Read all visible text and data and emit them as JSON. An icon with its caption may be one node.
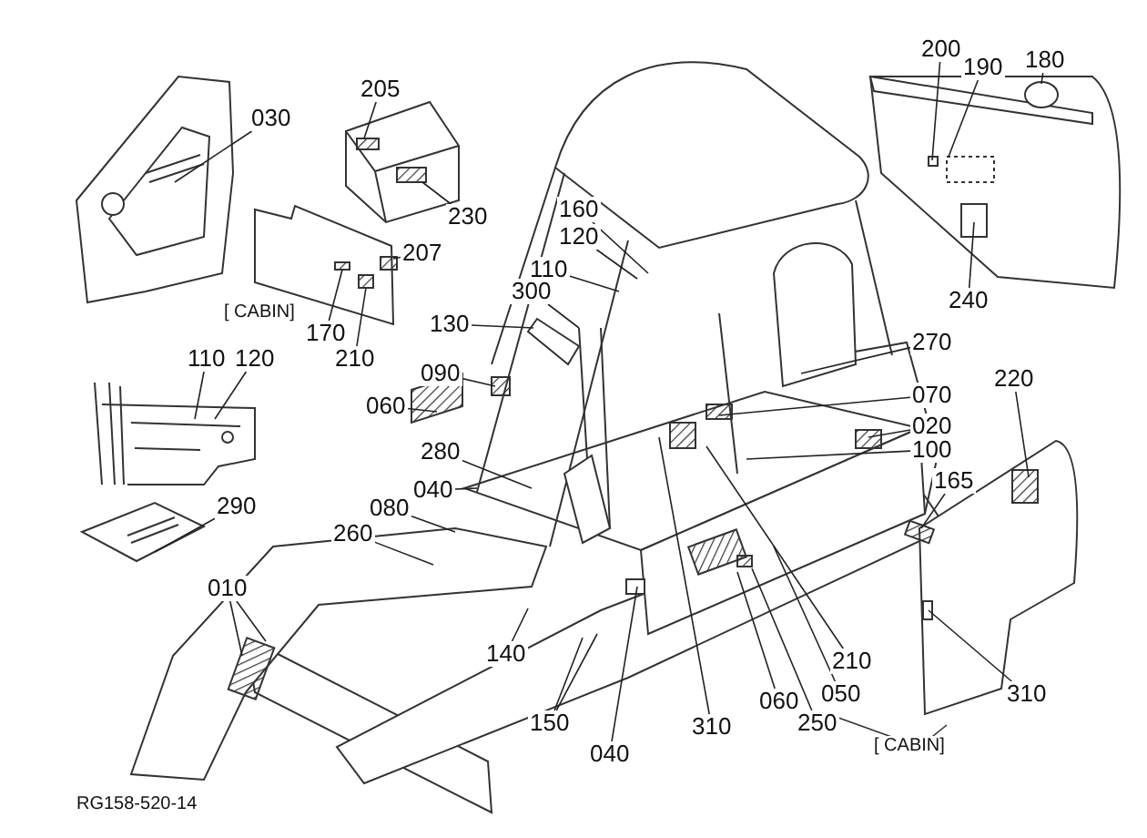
{
  "diagram": {
    "nodes": [
      {
        "text": [
          "030"
        ]
      },
      {
        "text": [
          "205"
        ]
      },
      {
        "text": [
          "230"
        ]
      },
      {
        "text": [
          "207"
        ]
      },
      {
        "text": [
          "170"
        ]
      },
      {
        "text": [
          "210"
        ]
      },
      {
        "text": [
          "160"
        ]
      },
      {
        "text": [
          "120"
        ]
      },
      {
        "text": [
          "110"
        ]
      },
      {
        "text": [
          "300"
        ]
      },
      {
        "text": [
          "130"
        ]
      },
      {
        "text": [
          "090"
        ]
      },
      {
        "text": [
          "060"
        ]
      },
      {
        "text": [
          "280"
        ]
      },
      {
        "text": [
          "040"
        ]
      },
      {
        "text": [
          "080"
        ]
      },
      {
        "text": [
          "260"
        ]
      },
      {
        "text": [
          "010"
        ]
      },
      {
        "text": [
          "290"
        ]
      },
      {
        "text": [
          "140"
        ]
      },
      {
        "text": [
          "150"
        ]
      },
      {
        "text": [
          "110"
        ]
      },
      {
        "text": [
          "120"
        ]
      },
      {
        "text": [
          "200"
        ]
      },
      {
        "text": [
          "190"
        ]
      },
      {
        "text": [
          "180"
        ]
      },
      {
        "text": [
          "240"
        ]
      },
      {
        "text": [
          "270"
        ]
      },
      {
        "text": [
          "070"
        ]
      },
      {
        "text": [
          "020"
        ]
      },
      {
        "text": [
          "100"
        ]
      },
      {
        "text": [
          "220"
        ]
      },
      {
        "text": [
          "165"
        ]
      },
      {
        "text": [
          "310"
        ]
      },
      {
        "text": [
          "210"
        ]
      },
      {
        "text": [
          "050"
        ]
      },
      {
        "text": [
          "250"
        ]
      },
      {
        "text": [
          "060"
        ]
      },
      {
        "text": [
          "310"
        ]
      },
      {
        "text": [
          "040"
        ]
      }
    ],
    "edges": [
      {
        "from": 0,
        "to": null,
        "arrow": "none"
      },
      {
        "from": 1,
        "to": null,
        "arrow": "none"
      },
      {
        "from": 2,
        "to": null,
        "arrow": "none"
      },
      {
        "from": 3,
        "to": null,
        "arrow": "none"
      },
      {
        "from": 4,
        "to": null,
        "arrow": "none"
      },
      {
        "from": 5,
        "to": null,
        "arrow": "none"
      },
      {
        "from": 6,
        "to": null,
        "arrow": "none"
      },
      {
        "from": 7,
        "to": null,
        "arrow": "none"
      },
      {
        "from": 8,
        "to": null,
        "arrow": "none"
      },
      {
        "from": 9,
        "to": null,
        "arrow": "none"
      },
      {
        "from": 10,
        "to": null,
        "arrow": "none"
      },
      {
        "from": 11,
        "to": null,
        "arrow": "none"
      },
      {
        "from": 12,
        "to": null,
        "arrow": "none"
      },
      {
        "from": 13,
        "to": null,
        "arrow": "none"
      },
      {
        "from": 14,
        "to": null,
        "arrow": "none"
      },
      {
        "from": 15,
        "to": null,
        "arrow": "none"
      },
      {
        "from": 16,
        "to": null,
        "arrow": "none"
      },
      {
        "from": 17,
        "to": null,
        "arrow": "none"
      },
      {
        "from": 17,
        "to": null,
        "arrow": "none"
      },
      {
        "from": 18,
        "to": null,
        "arrow": "none"
      },
      {
        "from": 19,
        "to": null,
        "arrow": "none"
      },
      {
        "from": 20,
        "to": null,
        "arrow": "none"
      },
      {
        "from": 20,
        "to": null,
        "arrow": "none"
      },
      {
        "from": 21,
        "to": null,
        "arrow": "none"
      },
      {
        "from": 22,
        "to": null,
        "arrow": "none"
      },
      {
        "from": 23,
        "to": null,
        "arrow": "none"
      },
      {
        "from": 24,
        "to": null,
        "arrow": "none"
      },
      {
        "from": 25,
        "to": null,
        "arrow": "none"
      },
      {
        "from": 26,
        "to": null,
        "arrow": "none"
      },
      {
        "from": 27,
        "to": null,
        "arrow": "none"
      },
      {
        "from": 28,
        "to": null,
        "arrow": "none"
      },
      {
        "from": 29,
        "to": null,
        "arrow": "none"
      },
      {
        "from": 30,
        "to": null,
        "arrow": "none"
      },
      {
        "from": 31,
        "to": null,
        "arrow": "none"
      },
      {
        "from": 32,
        "to": null,
        "arrow": "none"
      },
      {
        "from": 33,
        "to": null,
        "arrow": "none"
      },
      {
        "from": 34,
        "to": null,
        "arrow": "none"
      },
      {
        "from": 35,
        "to": null,
        "arrow": "none"
      },
      {
        "from": 36,
        "to": null,
        "arrow": "none"
      },
      {
        "from": 37,
        "to": null,
        "arrow": "none"
      },
      {
        "from": 38,
        "to": null,
        "arrow": "none"
      },
      {
        "from": 39,
        "to": null,
        "arrow": "none"
      }
    ],
    "labels": [
      "[ CABIN]",
      "[ CABIN]",
      "RG158-520-14"
    ]
  }
}
